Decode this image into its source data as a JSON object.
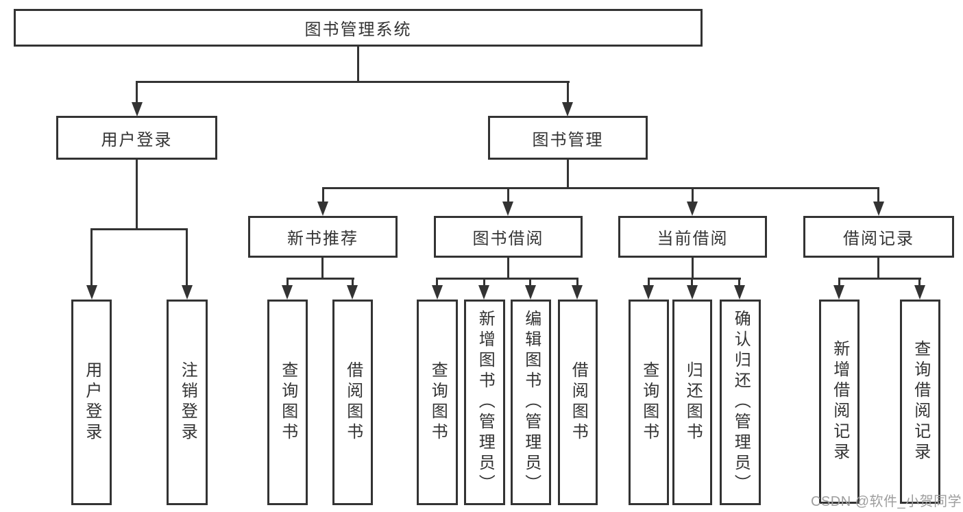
{
  "diagram": {
    "tree": {
      "label": "图书管理系统",
      "children": [
        {
          "label": "用户登录",
          "children": [
            {
              "label": "用户登录"
            },
            {
              "label": "注销登录"
            }
          ]
        },
        {
          "label": "图书管理",
          "children": [
            {
              "label": "新书推荐",
              "children": [
                {
                  "label": "查询图书"
                },
                {
                  "label": "借阅图书"
                }
              ]
            },
            {
              "label": "图书借阅",
              "children": [
                {
                  "label": "查询图书"
                },
                {
                  "label": "新增图书（管理员）"
                },
                {
                  "label": "编辑图书（管理员）"
                },
                {
                  "label": "借阅图书"
                }
              ]
            },
            {
              "label": "当前借阅",
              "children": [
                {
                  "label": "查询图书"
                },
                {
                  "label": "归还图书"
                },
                {
                  "label": "确认归还（管理员）"
                }
              ]
            },
            {
              "label": "借阅记录",
              "children": [
                {
                  "label": "新增借阅记录"
                },
                {
                  "label": "查询借阅记录"
                }
              ]
            }
          ]
        }
      ]
    },
    "colors": {
      "line": "#333333",
      "box_border": "#333333",
      "box_background": "#ffffff",
      "text": "#333333",
      "watermark": "#9e9e9e"
    }
  },
  "watermark": {
    "text": "CSDN @软件_小贺同学"
  }
}
